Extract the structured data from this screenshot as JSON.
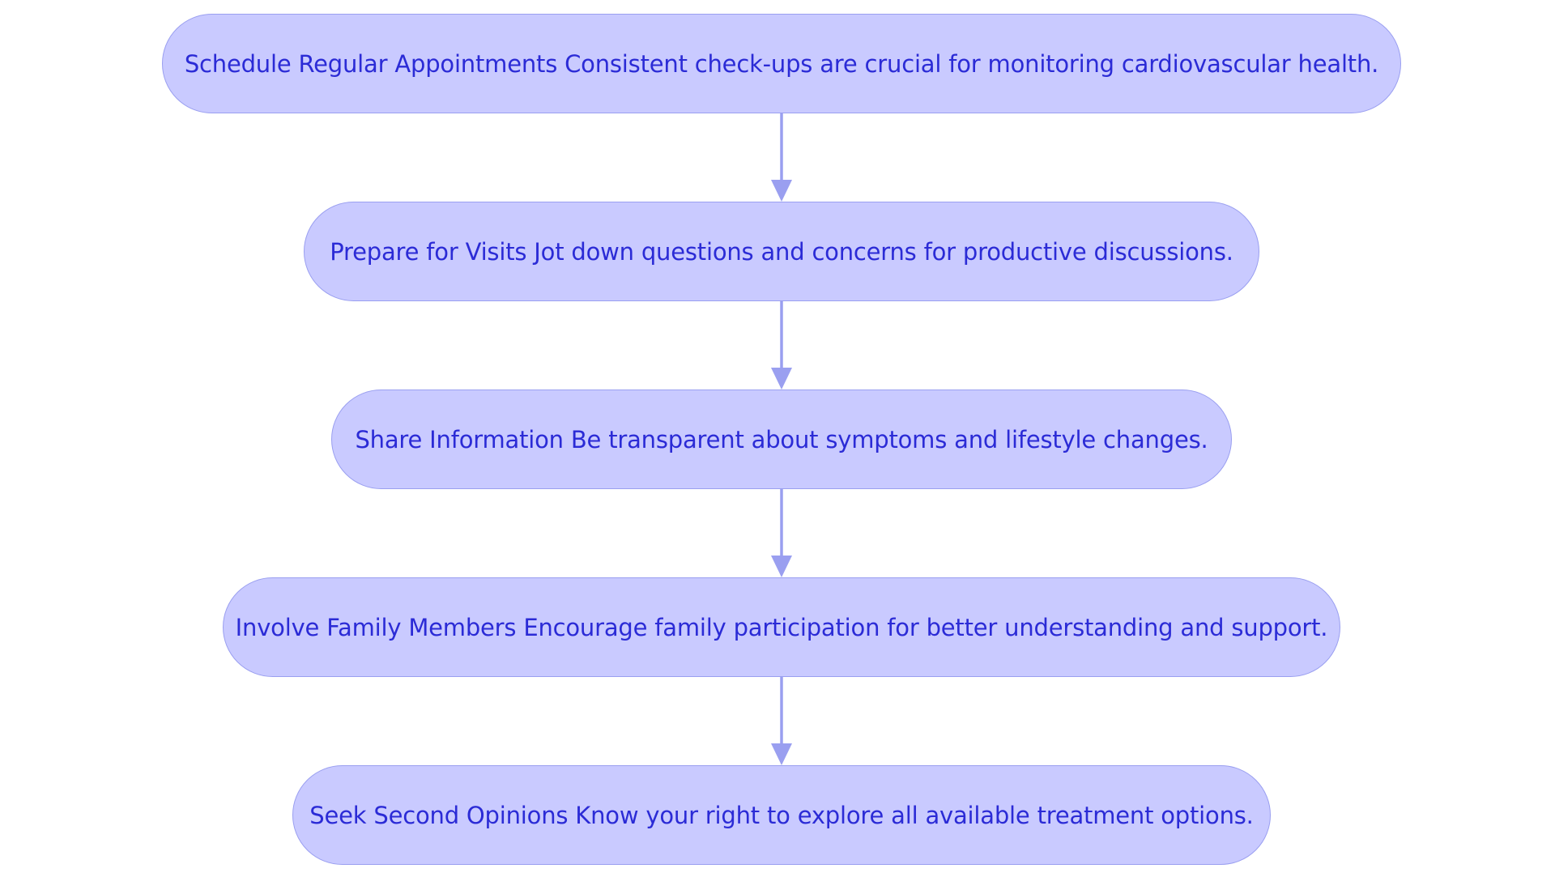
{
  "diagram": {
    "type": "flowchart",
    "direction": "top-to-bottom",
    "colors": {
      "node_fill": "#c9caff",
      "node_border": "#9a9ff0",
      "node_text": "#2b2bd6",
      "edge": "#9a9ff0"
    },
    "nodes": [
      {
        "id": "n0",
        "text": "Schedule Regular Appointments Consistent check-ups are crucial for monitoring cardiovascular health."
      },
      {
        "id": "n1",
        "text": "Prepare for Visits Jot down questions and concerns for productive discussions."
      },
      {
        "id": "n2",
        "text": "Share Information Be transparent about symptoms and lifestyle changes."
      },
      {
        "id": "n3",
        "text": "Involve Family Members Encourage family participation for better understanding and support."
      },
      {
        "id": "n4",
        "text": "Seek Second Opinions Know your right to explore all available treatment options."
      }
    ],
    "edges": [
      {
        "from": "n0",
        "to": "n1"
      },
      {
        "from": "n1",
        "to": "n2"
      },
      {
        "from": "n2",
        "to": "n3"
      },
      {
        "from": "n3",
        "to": "n4"
      }
    ]
  }
}
